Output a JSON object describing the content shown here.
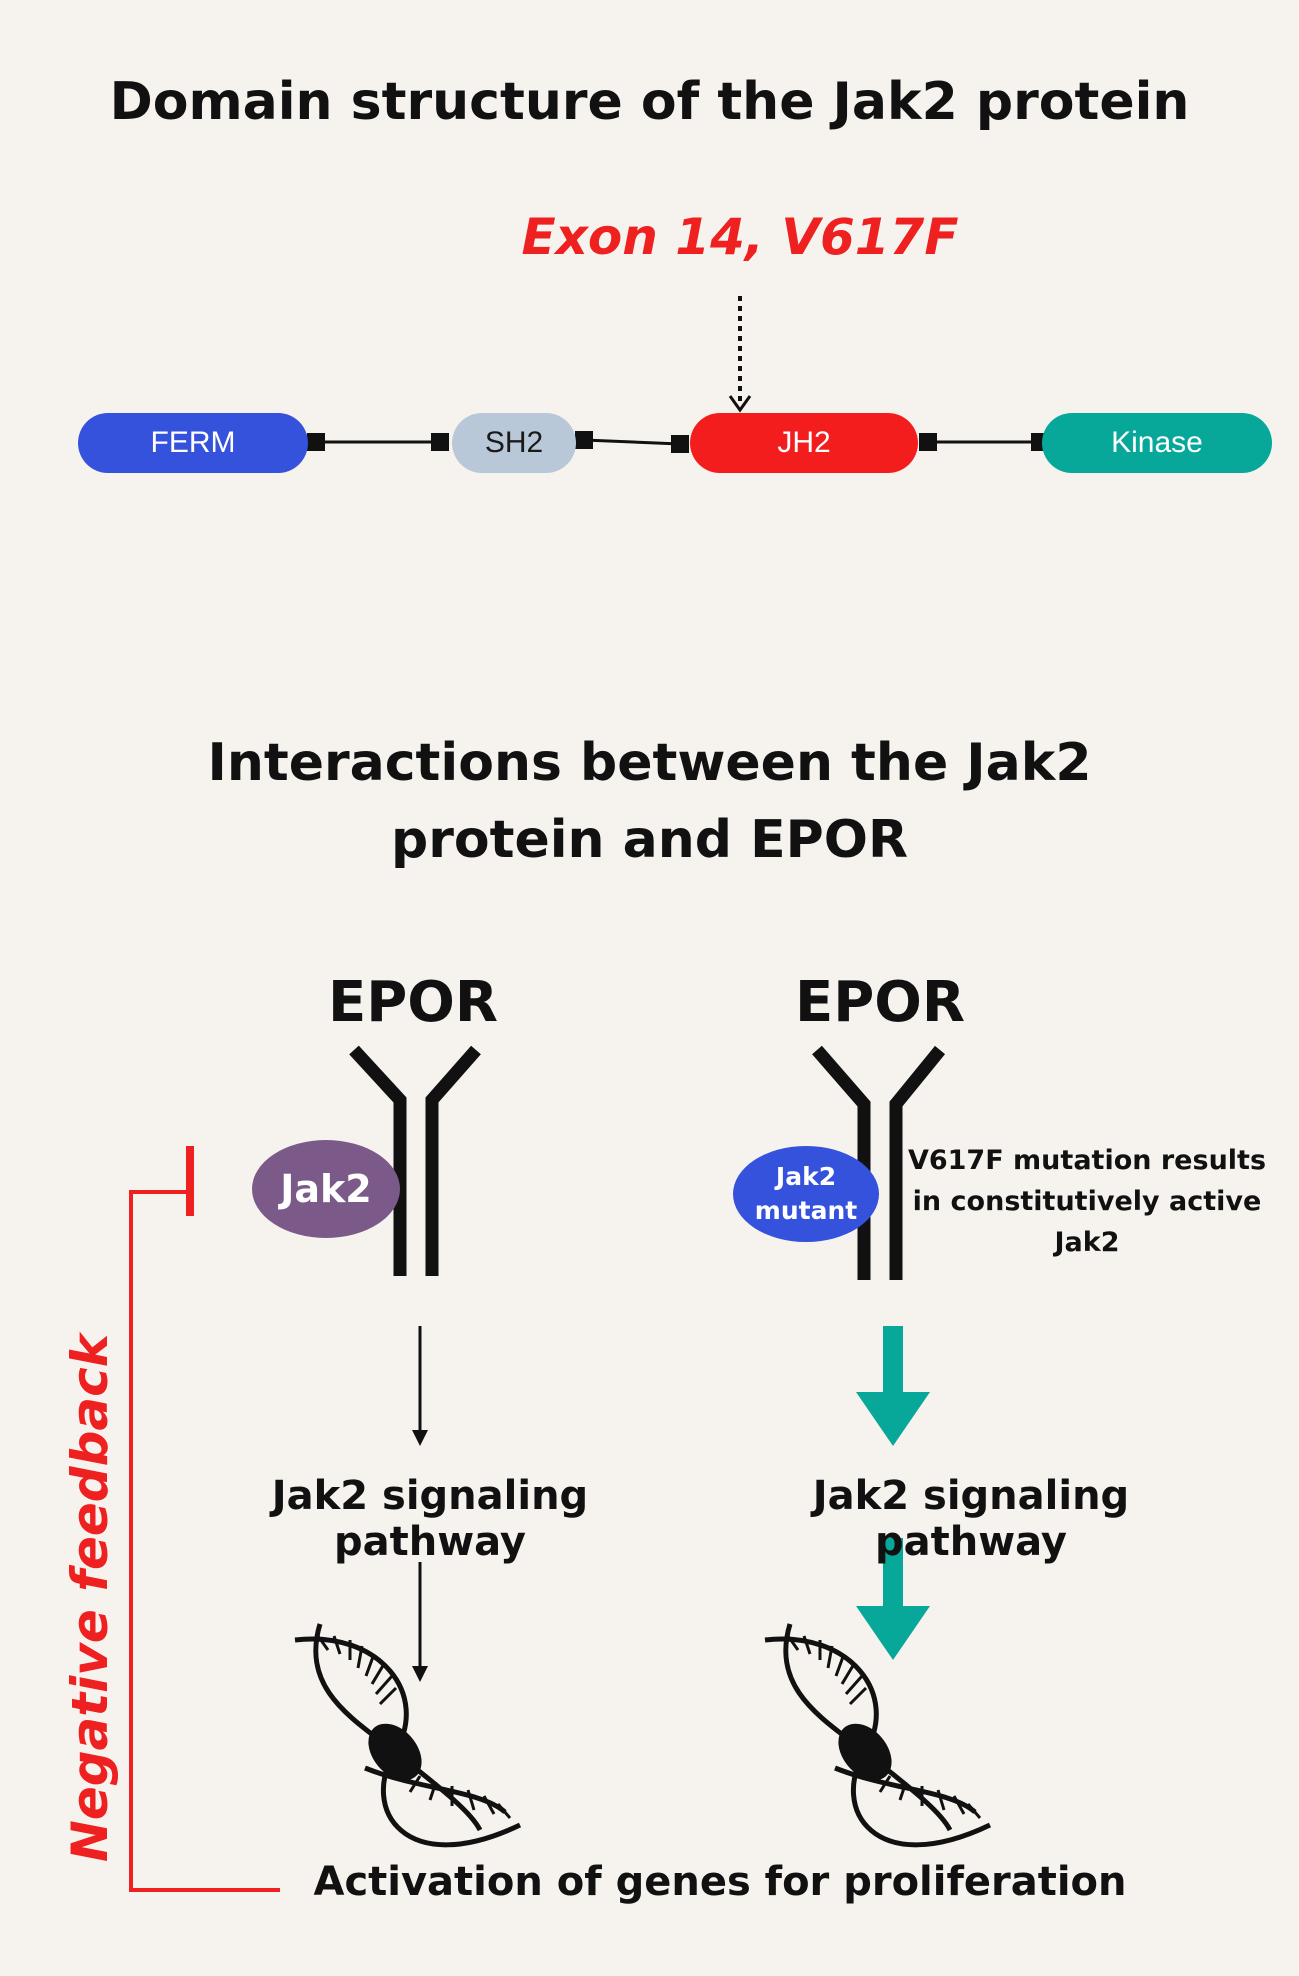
{
  "top_section": {
    "title": "Domain structure of the Jak2 protein",
    "mutation_label": "Exon 14, V617F",
    "domains": [
      {
        "label": "FERM",
        "color": "#3452dc"
      },
      {
        "label": "SH2",
        "color": "#b8c8d8"
      },
      {
        "label": "JH2",
        "color": "#f41d1d"
      },
      {
        "label": "Kinase",
        "color": "#07a89a"
      }
    ]
  },
  "bottom_section": {
    "title_line1": "Interactions between the Jak2",
    "title_line2": "protein and EPOR",
    "normal": {
      "receptor_label": "EPOR",
      "protein_label": "Jak2",
      "protein_color": "#7b5a8a",
      "pathway_label": "Jak2 signaling pathway"
    },
    "mutant": {
      "receptor_label": "EPOR",
      "protein_label_line1": "Jak2",
      "protein_label_line2": "mutant",
      "protein_color": "#3452dc",
      "mutation_note_line1": "V617F mutation results",
      "mutation_note_line2": "in constitutively active",
      "mutation_note_line3": "Jak2",
      "pathway_label": "Jak2 signaling pathway",
      "arrow_color": "#07a89a"
    },
    "outcome_label": "Activation of genes for proliferation",
    "feedback_label": "Negative feedback",
    "feedback_color": "#ee2020"
  }
}
